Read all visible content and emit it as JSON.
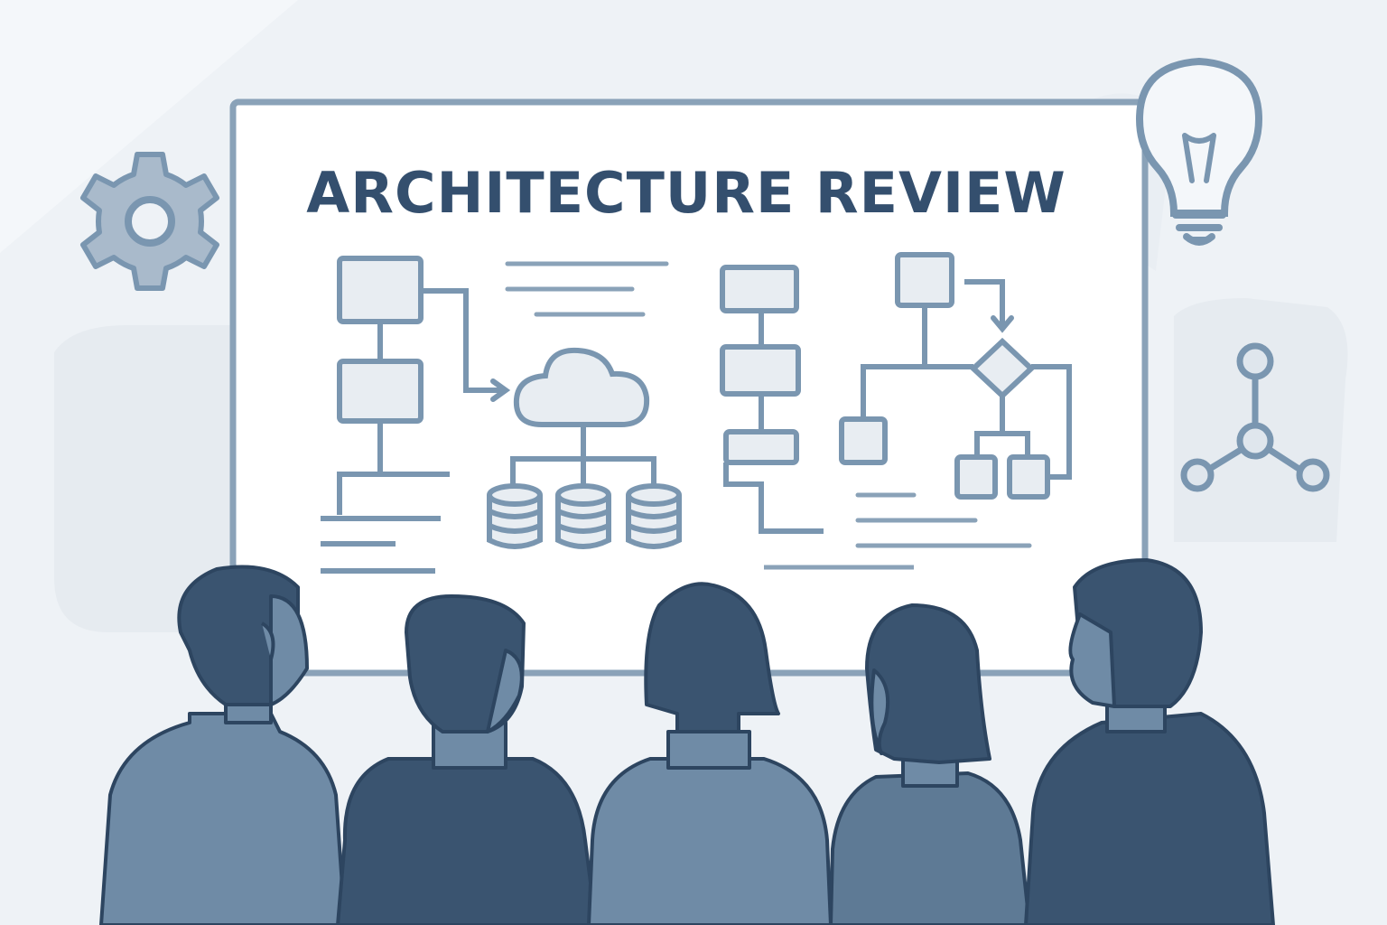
{
  "board": {
    "title": "ARCHITECTURE REVIEW"
  },
  "icons": {
    "top_left": "gear-icon",
    "top_right": "lightbulb-icon",
    "right": "network-nodes-icon",
    "board_center": "cloud-icon",
    "storage": "database-icon"
  },
  "audience": {
    "people": [
      "man-left",
      "person-second",
      "woman-center",
      "woman-fourth",
      "man-right"
    ]
  },
  "colors": {
    "background": "#eef2f6",
    "board_fill": "#ffffff",
    "board_frame": "#8aa2b8",
    "line": "#7a96b0",
    "box_fill": "#e8edf2",
    "title": "#344f6e",
    "person_dark": "#3a5470",
    "person_mid": "#6f8ba6",
    "icon_fill": "#a9bacb"
  }
}
